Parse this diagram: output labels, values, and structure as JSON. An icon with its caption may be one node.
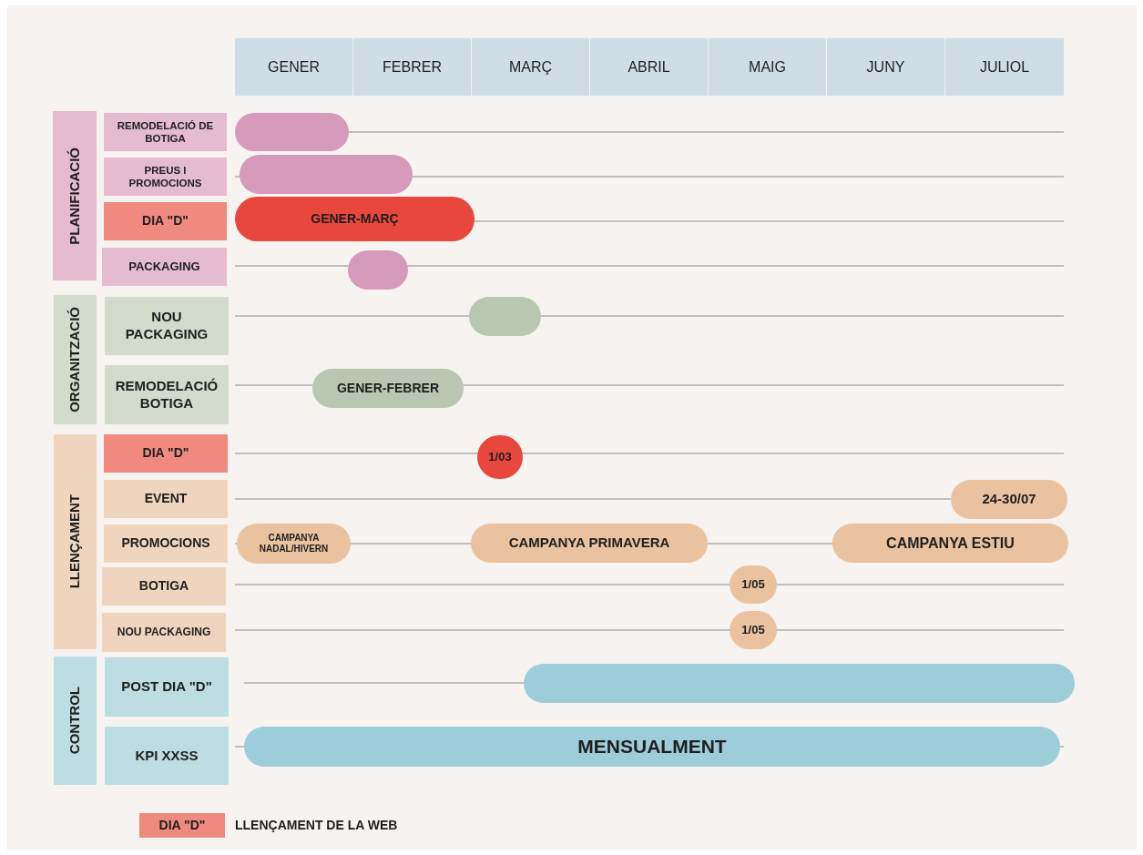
{
  "diagram": {
    "nodes": [
      {
        "text": [
          "GENER"
        ]
      },
      {
        "text": [
          "FEBRER"
        ]
      },
      {
        "text": [
          "MARÇ"
        ]
      },
      {
        "text": [
          "ABRIL"
        ]
      },
      {
        "text": [
          "MAIG"
        ]
      },
      {
        "text": [
          "JUNY"
        ]
      },
      {
        "text": [
          "JULIOL"
        ]
      },
      {
        "text": [
          "PLANIFICACIÓ"
        ]
      },
      {
        "text": [
          "REMODELACIÓ DE BOTIGA"
        ]
      },
      {
        "text": [],
        "shape": "bar"
      },
      {
        "text": [
          "PREUS I PROMOCIONS"
        ]
      },
      {
        "text": [],
        "shape": "bar"
      },
      {
        "text": [
          "DIA \"D\""
        ]
      },
      {
        "text": [
          "GENER-MARÇ"
        ]
      },
      {
        "text": [
          "PACKAGING"
        ]
      },
      {
        "text": [],
        "shape": "bar"
      },
      {
        "text": [
          "ORGANITZACIÓ"
        ]
      },
      {
        "text": [
          "NOU PACKAGING"
        ]
      },
      {
        "text": [],
        "shape": "bar"
      },
      {
        "text": [
          "REMODELACIÓ BOTIGA"
        ]
      },
      {
        "text": [
          "GENER-FEBRER"
        ]
      },
      {
        "text": [
          "LLENÇAMENT"
        ]
      },
      {
        "text": [
          "DIA \"D\""
        ]
      },
      {
        "text": [
          "1/03"
        ]
      },
      {
        "text": [
          "EVENT"
        ]
      },
      {
        "text": [
          "24-30/07"
        ]
      },
      {
        "text": [
          "PROMOCIONS"
        ]
      },
      {
        "text": [
          "CAMPANYA NADAL/HIVERN"
        ]
      },
      {
        "text": [
          "CAMPANYA PRIMAVERA"
        ]
      },
      {
        "text": [
          "CAMPANYA ESTIU"
        ]
      },
      {
        "text": [
          "BOTIGA"
        ]
      },
      {
        "text": [
          "1/05"
        ]
      },
      {
        "text": [
          "NOU PACKAGING"
        ]
      },
      {
        "text": [
          "1/05"
        ]
      },
      {
        "text": [
          "CONTROL"
        ]
      },
      {
        "text": [
          "POST DIA \"D\""
        ]
      },
      {
        "text": [],
        "shape": "bar"
      },
      {
        "text": [
          "KPI XXSS"
        ]
      },
      {
        "text": [
          "MENSUALMENT"
        ]
      }
    ],
    "labels": [
      "DIA \"D\""
    ],
    "legend": [
      {
        "text": "LLENÇAMENT DE LA WEB",
        "color": "#f08a80"
      }
    ]
  }
}
